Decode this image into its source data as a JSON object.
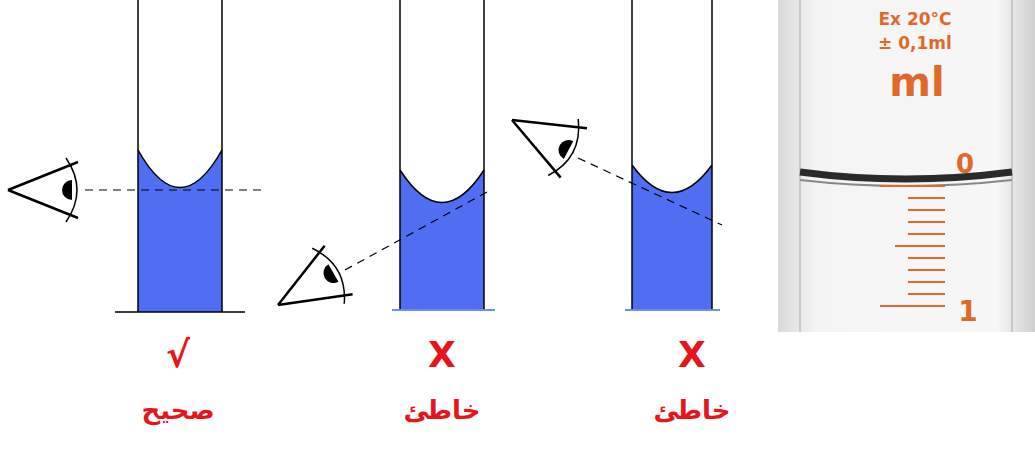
{
  "diagram": {
    "labels": [
      "√",
      "X",
      "X",
      "صحيح",
      "خاطئ",
      "خاطئ",
      "Ex 20°C",
      "± 0,1ml",
      "ml",
      "0",
      "1"
    ]
  }
}
